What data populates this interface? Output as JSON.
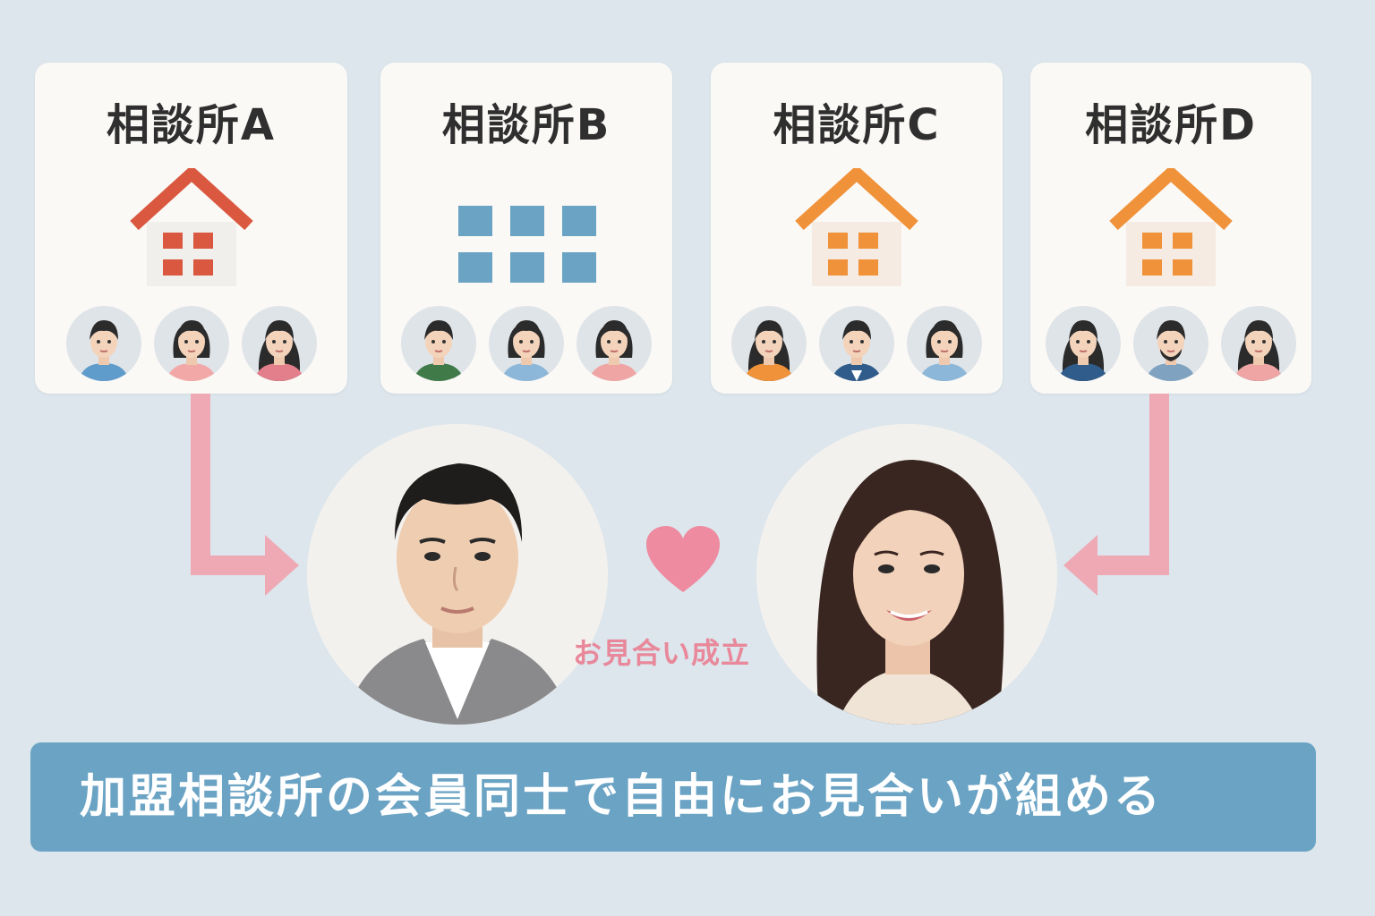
{
  "agencies": [
    {
      "name": "相談所A",
      "building": "house-icon",
      "accent": "#d9583f",
      "wall": "#f1efec",
      "members": [
        {
          "hair": "#2b2b2b",
          "shirt": "#5f9bcb",
          "style": "short"
        },
        {
          "hair": "#2b2b2b",
          "shirt": "#f3a8a8",
          "style": "bob"
        },
        {
          "hair": "#2b2b2b",
          "shirt": "#e37f8a",
          "style": "long"
        }
      ]
    },
    {
      "name": "相談所B",
      "building": "office-grid-icon",
      "accent": "#6aa3c4",
      "wall": "#fbf9f6",
      "members": [
        {
          "hair": "#2b2b2b",
          "shirt": "#3f7a48",
          "style": "short"
        },
        {
          "hair": "#2b2b2b",
          "shirt": "#8cb7d9",
          "style": "bob"
        },
        {
          "hair": "#2b2b2b",
          "shirt": "#f0a5a5",
          "style": "bob"
        }
      ]
    },
    {
      "name": "相談所C",
      "building": "house-icon",
      "accent": "#f0923a",
      "wall": "#f5ebe2",
      "members": [
        {
          "hair": "#2b2b2b",
          "shirt": "#f0923a",
          "style": "long"
        },
        {
          "hair": "#2b2b2b",
          "shirt": "#2f5c8a",
          "style": "suit"
        },
        {
          "hair": "#2b2b2b",
          "shirt": "#8cb7d9",
          "style": "bob"
        }
      ]
    },
    {
      "name": "相談所D",
      "building": "house-icon",
      "accent": "#f0923a",
      "wall": "#f5ebe2",
      "members": [
        {
          "hair": "#2b2b2b",
          "shirt": "#2f5c8a",
          "style": "long"
        },
        {
          "hair": "#2b2b2b",
          "shirt": "#7fa2c0",
          "style": "beard"
        },
        {
          "hair": "#2b2b2b",
          "shirt": "#f0a5a5",
          "style": "long"
        }
      ]
    }
  ],
  "match": {
    "label": "お見合い成立",
    "heart_icon": "heart-icon",
    "heart_color": "#ee8ba0",
    "arrow_color": "#eea9b5"
  },
  "banner": {
    "text": "加盟相談所の会員同士で自由にお見合いが組める",
    "color": "#6aa3c4"
  }
}
